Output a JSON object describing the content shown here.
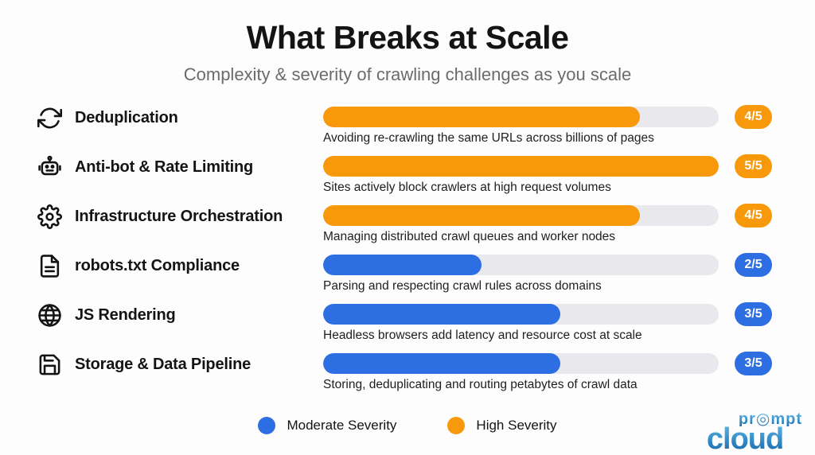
{
  "header": {
    "title": "What Breaks at Scale",
    "subtitle": "Complexity & severity of crawling challenges as you scale"
  },
  "chart_data": {
    "type": "bar",
    "orientation": "horizontal",
    "title": "What Breaks at Scale",
    "subtitle": "Complexity & severity of crawling challenges as you scale",
    "max": 5,
    "legend_position": "bottom",
    "legend": [
      {
        "label": "Moderate Severity",
        "color": "#2D6FE2",
        "severity": "moderate"
      },
      {
        "label": "High Severity",
        "color": "#F8990B",
        "severity": "high"
      }
    ],
    "rows": [
      {
        "icon": "sync-icon",
        "label": "Deduplication",
        "description": "Avoiding re-crawling the same URLs across billions of pages",
        "value": 4,
        "rating_label": "4/5",
        "severity": "high"
      },
      {
        "icon": "robot-icon",
        "label": "Anti-bot & Rate Limiting",
        "description": "Sites actively block crawlers at high request volumes",
        "value": 5,
        "rating_label": "5/5",
        "severity": "high"
      },
      {
        "icon": "gear-icon",
        "label": "Infrastructure Orchestration",
        "description": "Managing distributed crawl queues and worker nodes",
        "value": 4,
        "rating_label": "4/5",
        "severity": "high"
      },
      {
        "icon": "document-icon",
        "label": "robots.txt Compliance",
        "description": "Parsing and respecting crawl rules across domains",
        "value": 2,
        "rating_label": "2/5",
        "severity": "moderate"
      },
      {
        "icon": "globe-icon",
        "label": "JS Rendering",
        "description": "Headless browsers add latency and resource cost at scale",
        "value": 3,
        "rating_label": "3/5",
        "severity": "moderate"
      },
      {
        "icon": "floppy-icon",
        "label": "Storage & Data Pipeline",
        "description": "Storing, deduplicating and routing petabytes of crawl data",
        "value": 3,
        "rating_label": "3/5",
        "severity": "moderate"
      }
    ]
  },
  "colors": {
    "high_severity": "#F8990B",
    "moderate_severity": "#2D6FE2",
    "bar_track": "#E9E9ED",
    "logo_blue": "#2E87C6"
  },
  "logo": {
    "part1": "pr",
    "target_glyph": "◎",
    "part2": "mpt",
    "line2": "cloud",
    "gear_glyph": "⚙"
  }
}
